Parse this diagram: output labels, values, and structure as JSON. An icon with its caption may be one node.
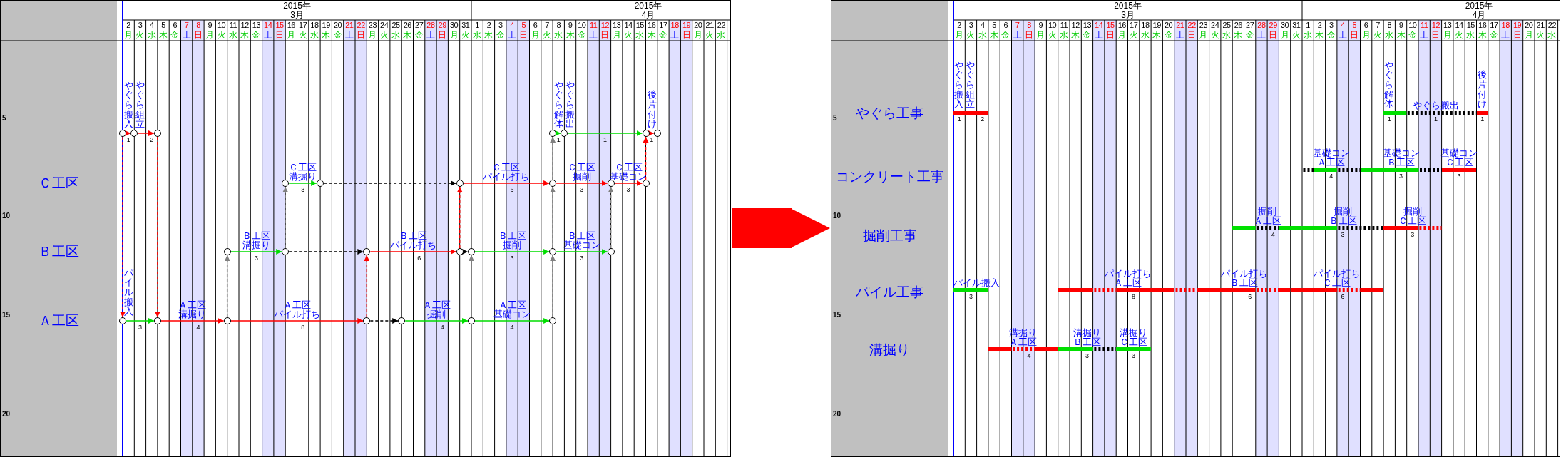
{
  "diagram": {
    "nodes": [
      {
        "text": [],
        "shape": "box"
      },
      {
        "text": [],
        "shape": "circle",
        "in": 0
      },
      {
        "text": [],
        "shape": "circle",
        "in": 0
      },
      {
        "text": [],
        "shape": "circle",
        "in": 0
      },
      {
        "text": [],
        "shape": "circle",
        "in": 0
      },
      {
        "text": [],
        "shape": "circle",
        "in": 0
      },
      {
        "text": [],
        "shape": "circle",
        "in": 0
      },
      {
        "text": [],
        "shape": "circle",
        "in": 0
      },
      {
        "text": [],
        "shape": "circle",
        "in": 0
      },
      {
        "text": [],
        "shape": "circle",
        "in": 0
      },
      {
        "text": [],
        "shape": "circle",
        "in": 0
      },
      {
        "text": [],
        "shape": "circle",
        "in": 0
      },
      {
        "text": [],
        "shape": "circle",
        "in": 0
      },
      {
        "text": [],
        "shape": "circle",
        "in": 0
      },
      {
        "text": [],
        "shape": "circle",
        "in": 0
      },
      {
        "text": [],
        "shape": "circle",
        "in": 0
      },
      {
        "text": [],
        "shape": "circle",
        "in": 0
      },
      {
        "text": [],
        "shape": "circle",
        "in": 0
      },
      {
        "text": [],
        "shape": "circle",
        "in": 0
      },
      {
        "text": [],
        "shape": "circle",
        "in": 0
      },
      {
        "text": [],
        "shape": "circle",
        "in": 0
      },
      {
        "text": [],
        "shape": "circle",
        "in": 0
      },
      {
        "text": [],
        "shape": "circle",
        "in": 0
      },
      {
        "text": [],
        "shape": "circle",
        "in": 0
      },
      {
        "text": [],
        "shape": "circle",
        "in": 0
      },
      {
        "text": [],
        "shape": "circle",
        "in": 0
      },
      {
        "text": [],
        "shape": "circle",
        "in": 0
      },
      {
        "text": [],
        "shape": "circle",
        "in": 0
      },
      {
        "text": [],
        "shape": "box"
      },
      {
        "text": [
          "やぐら搬入"
        ],
        "beside": [
          "1"
        ],
        "in": 28
      },
      {
        "text": [
          "やぐら組立"
        ],
        "beside": [
          "2"
        ],
        "in": 28
      },
      {
        "text": [
          "やぐら解体"
        ],
        "beside": [
          "1"
        ],
        "in": 28
      },
      {
        "text": [
          "やぐら搬出"
        ],
        "beside": [
          "1"
        ],
        "in": 28
      },
      {
        "text": [
          "後片付け"
        ],
        "beside": [
          "1"
        ],
        "in": 28
      },
      {
        "text": [
          "基礎コンＡ工区"
        ],
        "beside": [
          "4"
        ],
        "in": 28
      },
      {
        "text": [
          "基礎コンＢ工区"
        ],
        "beside": [
          "3"
        ],
        "in": 28
      },
      {
        "text": [
          "基礎コンＣ工区"
        ],
        "beside": [
          "3"
        ],
        "in": 28
      },
      {
        "text": [
          "掘削Ａ工区"
        ],
        "beside": [
          "4"
        ],
        "in": 28
      },
      {
        "text": [
          "掘削Ｂ工区"
        ],
        "beside": [
          "3"
        ],
        "in": 28
      },
      {
        "text": [
          "掘削Ｃ工区"
        ],
        "beside": [
          "3"
        ],
        "in": 28
      },
      {
        "text": [
          "パイル搬入"
        ],
        "beside": [
          "3"
        ],
        "in": 28
      },
      {
        "text": [
          "パイル打ちＡ工区"
        ],
        "beside": [
          "8"
        ],
        "in": 28
      },
      {
        "text": [
          "パイル打ちＢ工区"
        ],
        "beside": [
          "6"
        ],
        "in": 28
      },
      {
        "text": [
          "パイル打ちＣ工区"
        ],
        "beside": [
          "6"
        ],
        "in": 28
      },
      {
        "text": [
          "溝掘りＡ工区"
        ],
        "beside": [
          "4"
        ],
        "in": 28
      },
      {
        "text": [
          "溝掘りＢ工区"
        ],
        "beside": [
          "3"
        ],
        "in": 28
      },
      {
        "text": [
          "溝掘りＣ工区"
        ],
        "beside": [
          "3"
        ],
        "in": 28
      }
    ],
    "edges": [
      {
        "from": 0,
        "to": 28,
        "arrow": "to",
        "style": "thick",
        "color": "#ff0000"
      },
      {
        "from": 1,
        "to": 2,
        "arrow": "to",
        "label": "やぐら搬入",
        "color": "#ff0000"
      },
      {
        "from": 2,
        "to": 3,
        "arrow": "to",
        "label": "やぐら組立",
        "color": "#ff0000"
      },
      {
        "from": 4,
        "to": 5,
        "arrow": "to",
        "label": "やぐら解体",
        "color": "#00dd00"
      },
      {
        "from": 5,
        "to": 6,
        "arrow": "to",
        "label": "やぐら搬出",
        "color": "#00dd00"
      },
      {
        "from": 6,
        "to": 7,
        "arrow": "to",
        "label": "後片付け",
        "color": "#ff0000"
      },
      {
        "from": 8,
        "to": 9,
        "arrow": "to",
        "label": "Ｃ工区溝掘り",
        "color": "#00dd00"
      },
      {
        "from": 9,
        "to": 10,
        "arrow": "to",
        "style": "dashed",
        "color": "#000000"
      },
      {
        "from": 10,
        "to": 11,
        "arrow": "to",
        "label": "Ｃ工区パイル打ち",
        "color": "#ff0000"
      },
      {
        "from": 11,
        "to": 12,
        "arrow": "to",
        "label": "Ｃ工区掘削",
        "color": "#ff0000"
      },
      {
        "from": 12,
        "to": 13,
        "arrow": "to",
        "label": "Ｃ工区基礎コン",
        "color": "#ff0000"
      },
      {
        "from": 14,
        "to": 15,
        "arrow": "to",
        "label": "Ｂ工区溝掘り",
        "color": "#00dd00"
      },
      {
        "from": 15,
        "to": 16,
        "arrow": "to",
        "style": "dashed",
        "color": "#000000"
      },
      {
        "from": 16,
        "to": 17,
        "arrow": "to",
        "label": "Ｂ工区パイル打ち",
        "color": "#ff0000"
      },
      {
        "from": 17,
        "to": 18,
        "arrow": "to",
        "style": "dashed",
        "color": "#000000"
      },
      {
        "from": 18,
        "to": 19,
        "arrow": "to",
        "label": "Ｂ工区掘削",
        "color": "#00dd00"
      },
      {
        "from": 19,
        "to": 20,
        "arrow": "to",
        "label": "Ｂ工区基礎コン",
        "color": "#00dd00"
      },
      {
        "from": 21,
        "to": 22,
        "arrow": "to",
        "label": "パイル搬入",
        "color": "#00dd00"
      },
      {
        "from": 22,
        "to": 23,
        "arrow": "to",
        "label": "Ａ工区溝掘り",
        "color": "#ff0000"
      },
      {
        "from": 23,
        "to": 24,
        "arrow": "to",
        "label": "Ａ工区パイル打ち",
        "color": "#ff0000"
      },
      {
        "from": 24,
        "to": 25,
        "arrow": "to",
        "style": "dashed",
        "color": "#000000"
      },
      {
        "from": 25,
        "to": 26,
        "arrow": "to",
        "label": "Ａ工区掘削",
        "color": "#00dd00"
      },
      {
        "from": 26,
        "to": 27,
        "arrow": "to",
        "label": "Ａ工区基礎コン",
        "color": "#00dd00"
      },
      {
        "from": 1,
        "to": 21,
        "arrow": "to",
        "style": "dashed",
        "color": "#ff0000"
      },
      {
        "from": 3,
        "to": 22,
        "arrow": "to",
        "style": "dashed",
        "color": "#ff0000"
      },
      {
        "from": 23,
        "to": 14,
        "arrow": "to",
        "style": "dashed",
        "color": "#808080"
      },
      {
        "from": 15,
        "to": 8,
        "arrow": "to",
        "style": "dashed",
        "color": "#808080"
      },
      {
        "from": 24,
        "to": 16,
        "arrow": "to",
        "style": "dashed",
        "color": "#ff0000"
      },
      {
        "from": 17,
        "to": 10,
        "arrow": "to",
        "style": "dashed",
        "color": "#ff0000"
      },
      {
        "from": 26,
        "to": 18,
        "arrow": "to",
        "style": "dashed",
        "color": "#808080"
      },
      {
        "from": 27,
        "to": 19,
        "arrow": "to",
        "style": "dashed",
        "color": "#808080"
      },
      {
        "from": 19,
        "to": 11,
        "arrow": "to",
        "style": "dashed",
        "color": "#808080"
      },
      {
        "from": 11,
        "to": 4,
        "arrow": "to",
        "style": "dashed",
        "color": "#808080"
      },
      {
        "from": 20,
        "to": 12,
        "arrow": "to",
        "style": "dashed",
        "color": "#808080"
      },
      {
        "from": 13,
        "to": 6,
        "arrow": "to",
        "style": "dashed",
        "color": "#ff0000"
      }
    ],
    "labels": [
      "2015年",
      "3月",
      "2015年",
      "4月",
      "2",
      "3",
      "4",
      "5",
      "6",
      "7",
      "8",
      "9",
      "10",
      "11",
      "12",
      "13",
      "14",
      "15",
      "16",
      "17",
      "18",
      "19",
      "20",
      "21",
      "22",
      "23",
      "24",
      "25",
      "26",
      "27",
      "28",
      "29",
      "30",
      "31",
      "1",
      "2",
      "3",
      "4",
      "5",
      "6",
      "7",
      "8",
      "9",
      "10",
      "11",
      "12",
      "13",
      "14",
      "15",
      "16",
      "17",
      "18",
      "19",
      "20",
      "21",
      "22",
      "月",
      "火",
      "水",
      "木",
      "金",
      "土",
      "日",
      "月",
      "火",
      "水",
      "木",
      "金",
      "土",
      "日",
      "月",
      "火",
      "水",
      "木",
      "金",
      "土",
      "日",
      "月",
      "火",
      "水",
      "木",
      "金",
      "土",
      "日",
      "月",
      "火",
      "水",
      "木",
      "金",
      "土",
      "日",
      "月",
      "火",
      "水",
      "木",
      "金",
      "土",
      "日",
      "月",
      "火",
      "水",
      "木",
      "金",
      "土",
      "日",
      "月",
      "火",
      "水",
      "5",
      "10",
      "15",
      "20",
      "Ｃ工区",
      "Ｂ工区",
      "Ａ工区",
      "1",
      "2",
      "1",
      "1",
      "1",
      "3",
      "6",
      "3",
      "3",
      "3",
      "6",
      "3",
      "3",
      "3",
      "4",
      "8",
      "4",
      "4",
      "2015年",
      "3月",
      "2015年",
      "4月",
      "2",
      "3",
      "4",
      "5",
      "6",
      "7",
      "8",
      "9",
      "10",
      "11",
      "12",
      "13",
      "14",
      "15",
      "16",
      "17",
      "18",
      "19",
      "20",
      "21",
      "22",
      "23",
      "24",
      "25",
      "26",
      "27",
      "28",
      "29",
      "30",
      "31",
      "1",
      "2",
      "3",
      "4",
      "5",
      "6",
      "7",
      "8",
      "9",
      "10",
      "11",
      "12",
      "13",
      "14",
      "15",
      "16",
      "17",
      "18",
      "19",
      "20",
      "21",
      "22",
      "月",
      "火",
      "水",
      "木",
      "金",
      "土",
      "日",
      "月",
      "火",
      "水",
      "木",
      "金",
      "土",
      "日",
      "月",
      "火",
      "水",
      "木",
      "金",
      "土",
      "日",
      "月",
      "火",
      "水",
      "木",
      "金",
      "土",
      "日",
      "月",
      "火",
      "水",
      "木",
      "金",
      "土",
      "日",
      "月",
      "火",
      "水",
      "木",
      "金",
      "土",
      "日",
      "月",
      "火",
      "水",
      "木",
      "金",
      "土",
      "日",
      "月",
      "火",
      "水",
      "5",
      "10",
      "15",
      "20",
      "やぐら工事",
      "コンクリート工事",
      "掘削工事",
      "パイル工事",
      "溝掘り"
    ]
  }
}
